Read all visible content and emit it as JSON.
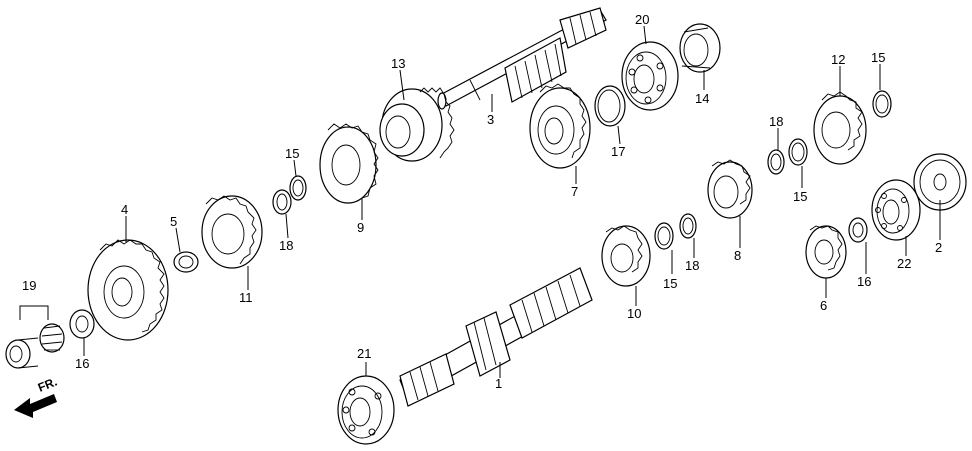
{
  "diagram": {
    "direction_label": "FR.",
    "callouts": [
      {
        "id": "c1",
        "text": "1"
      },
      {
        "id": "c2",
        "text": "2"
      },
      {
        "id": "c3",
        "text": "3"
      },
      {
        "id": "c4",
        "text": "4"
      },
      {
        "id": "c5",
        "text": "5"
      },
      {
        "id": "c6",
        "text": "6"
      },
      {
        "id": "c7",
        "text": "7"
      },
      {
        "id": "c8",
        "text": "8"
      },
      {
        "id": "c9",
        "text": "9"
      },
      {
        "id": "c10",
        "text": "10"
      },
      {
        "id": "c11",
        "text": "11"
      },
      {
        "id": "c12",
        "text": "12"
      },
      {
        "id": "c13",
        "text": "13"
      },
      {
        "id": "c14",
        "text": "14"
      },
      {
        "id": "c15a",
        "text": "15"
      },
      {
        "id": "c15b",
        "text": "15"
      },
      {
        "id": "c15c",
        "text": "15"
      },
      {
        "id": "c15d",
        "text": "15"
      },
      {
        "id": "c16a",
        "text": "16"
      },
      {
        "id": "c16b",
        "text": "16"
      },
      {
        "id": "c17",
        "text": "17"
      },
      {
        "id": "c18a",
        "text": "18"
      },
      {
        "id": "c18b",
        "text": "18"
      },
      {
        "id": "c18c",
        "text": "18"
      },
      {
        "id": "c19",
        "text": "19"
      },
      {
        "id": "c20",
        "text": "20"
      },
      {
        "id": "c21",
        "text": "21"
      },
      {
        "id": "c22",
        "text": "22"
      }
    ]
  }
}
